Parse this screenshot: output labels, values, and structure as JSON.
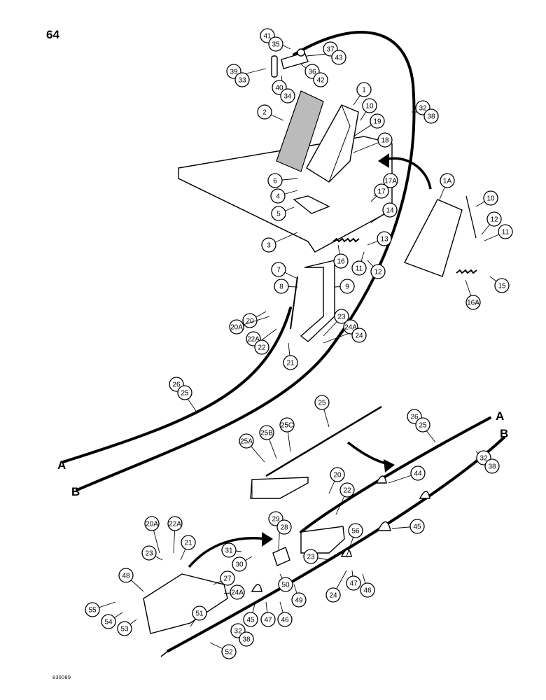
{
  "page_number": "64",
  "drawing_code": "830089",
  "cable_ends": [
    "A",
    "B",
    "A",
    "B"
  ],
  "callouts": [
    {
      "id": "c-41-35",
      "lines": [
        "41",
        "35"
      ]
    },
    {
      "id": "c-37-43",
      "lines": [
        "37",
        "43"
      ]
    },
    {
      "id": "c-39-33",
      "lines": [
        "39",
        "33"
      ]
    },
    {
      "id": "c-36-42",
      "lines": [
        "36",
        "42"
      ]
    },
    {
      "id": "c-40-34",
      "lines": [
        "40",
        "34"
      ]
    },
    {
      "id": "c-1",
      "lines": [
        "1"
      ]
    },
    {
      "id": "c-10a",
      "lines": [
        "10"
      ]
    },
    {
      "id": "c-19",
      "lines": [
        "19"
      ]
    },
    {
      "id": "c-18",
      "lines": [
        "18"
      ]
    },
    {
      "id": "c-2",
      "lines": [
        "2"
      ]
    },
    {
      "id": "c-32-38a",
      "lines": [
        "32",
        "38"
      ]
    },
    {
      "id": "c-6",
      "lines": [
        "6"
      ]
    },
    {
      "id": "c-4",
      "lines": [
        "4"
      ]
    },
    {
      "id": "c-17a",
      "lines": [
        "17A"
      ]
    },
    {
      "id": "c-17",
      "lines": [
        "17"
      ]
    },
    {
      "id": "c-5",
      "lines": [
        "5"
      ]
    },
    {
      "id": "c-14",
      "lines": [
        "14"
      ]
    },
    {
      "id": "c-1a",
      "lines": [
        "1A"
      ]
    },
    {
      "id": "c-10b",
      "lines": [
        "10"
      ]
    },
    {
      "id": "c-12a",
      "lines": [
        "12"
      ]
    },
    {
      "id": "c-11a",
      "lines": [
        "11"
      ]
    },
    {
      "id": "c-3",
      "lines": [
        "3"
      ]
    },
    {
      "id": "c-13",
      "lines": [
        "13"
      ]
    },
    {
      "id": "c-16",
      "lines": [
        "16"
      ]
    },
    {
      "id": "c-11b",
      "lines": [
        "11"
      ]
    },
    {
      "id": "c-12b",
      "lines": [
        "12"
      ]
    },
    {
      "id": "c-7",
      "lines": [
        "7"
      ]
    },
    {
      "id": "c-8",
      "lines": [
        "8"
      ]
    },
    {
      "id": "c-9",
      "lines": [
        "9"
      ]
    },
    {
      "id": "c-15",
      "lines": [
        "15"
      ]
    },
    {
      "id": "c-16a",
      "lines": [
        "16A"
      ]
    },
    {
      "id": "c-20a",
      "lines": [
        "20"
      ]
    },
    {
      "id": "c-20aa",
      "lines": [
        "20A"
      ]
    },
    {
      "id": "c-23a",
      "lines": [
        "23"
      ]
    },
    {
      "id": "c-24a-24",
      "lines": [
        "24A",
        "24"
      ]
    },
    {
      "id": "c-22a-22",
      "lines": [
        "22A",
        "22"
      ]
    },
    {
      "id": "c-21a",
      "lines": [
        "21"
      ]
    },
    {
      "id": "c-26-25a",
      "lines": [
        "26",
        "25"
      ]
    },
    {
      "id": "c-25",
      "lines": [
        "25"
      ]
    },
    {
      "id": "c-26-25b",
      "lines": [
        "26",
        "25"
      ]
    },
    {
      "id": "c-25b",
      "lines": [
        "25B"
      ]
    },
    {
      "id": "c-25c",
      "lines": [
        "25C"
      ]
    },
    {
      "id": "c-25a",
      "lines": [
        "25A"
      ]
    },
    {
      "id": "c-32-38b",
      "lines": [
        "32",
        "38"
      ]
    },
    {
      "id": "c-20b",
      "lines": [
        "20"
      ]
    },
    {
      "id": "c-44",
      "lines": [
        "44"
      ]
    },
    {
      "id": "c-22b",
      "lines": [
        "22"
      ]
    },
    {
      "id": "c-29-28",
      "lines": [
        "29",
        "28"
      ]
    },
    {
      "id": "c-56",
      "lines": [
        "56"
      ]
    },
    {
      "id": "c-45a",
      "lines": [
        "45"
      ]
    },
    {
      "id": "c-20ab",
      "lines": [
        "20A"
      ]
    },
    {
      "id": "c-22ab",
      "lines": [
        "22A"
      ]
    },
    {
      "id": "c-21b",
      "lines": [
        "21"
      ]
    },
    {
      "id": "c-31",
      "lines": [
        "31"
      ]
    },
    {
      "id": "c-30",
      "lines": [
        "30"
      ]
    },
    {
      "id": "c-23b",
      "lines": [
        "23"
      ]
    },
    {
      "id": "c-23c",
      "lines": [
        "23"
      ]
    },
    {
      "id": "c-48",
      "lines": [
        "48"
      ]
    },
    {
      "id": "c-27",
      "lines": [
        "27"
      ]
    },
    {
      "id": "c-24ab",
      "lines": [
        "24A"
      ]
    },
    {
      "id": "c-50",
      "lines": [
        "50"
      ]
    },
    {
      "id": "c-49",
      "lines": [
        "49"
      ]
    },
    {
      "id": "c-24b",
      "lines": [
        "24"
      ]
    },
    {
      "id": "c-47a",
      "lines": [
        "47"
      ]
    },
    {
      "id": "c-46a",
      "lines": [
        "46"
      ]
    },
    {
      "id": "c-55",
      "lines": [
        "55"
      ]
    },
    {
      "id": "c-54",
      "lines": [
        "54"
      ]
    },
    {
      "id": "c-53",
      "lines": [
        "53"
      ]
    },
    {
      "id": "c-51",
      "lines": [
        "51"
      ]
    },
    {
      "id": "c-45b",
      "lines": [
        "45"
      ]
    },
    {
      "id": "c-47b",
      "lines": [
        "47"
      ]
    },
    {
      "id": "c-46b",
      "lines": [
        "46"
      ]
    },
    {
      "id": "c-32-38c",
      "lines": [
        "32",
        "38"
      ]
    },
    {
      "id": "c-52",
      "lines": [
        "52"
      ]
    }
  ]
}
